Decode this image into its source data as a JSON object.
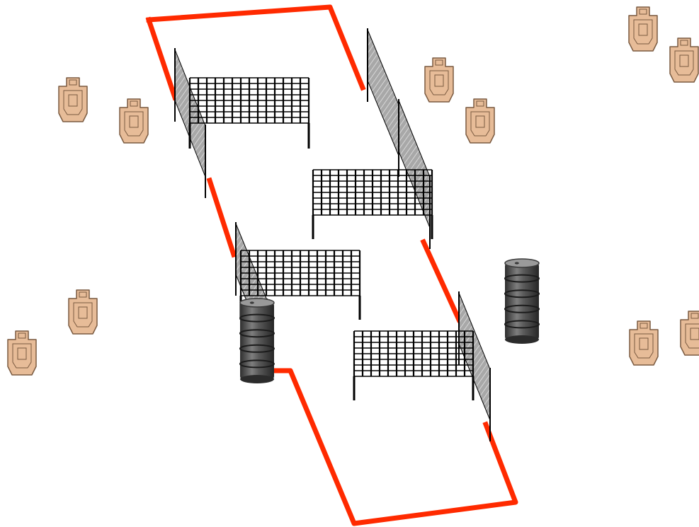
{
  "diagram": {
    "kind": "shooting-stage-layout",
    "colors": {
      "fault_line": "#ff2a00",
      "target_fill": "#e7bc98",
      "target_stroke": "#7a5a40",
      "grid_stroke": "#000000",
      "panel_fill": "#9a9a9a",
      "barrel_dark": "#3a3a3a",
      "barrel_light": "#8a8a8a"
    },
    "counts": {
      "targets": 10,
      "grid_fences": 4,
      "side_panels": 5,
      "barrels": 2,
      "fault_segments": 6
    }
  }
}
